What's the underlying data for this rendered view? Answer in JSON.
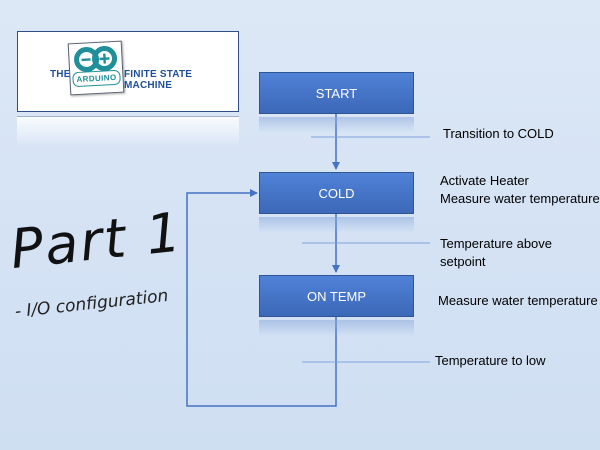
{
  "banner": {
    "prefix": "THE",
    "logo_word": "ARDUINO",
    "title": "FINITE STATE MACHINE"
  },
  "states": [
    {
      "label": "START"
    },
    {
      "label": "COLD"
    },
    {
      "label": "ON TEMP"
    }
  ],
  "transitions": [
    {
      "label": "Transition to COLD"
    },
    {
      "label": "Temperature above\nsetpoint"
    },
    {
      "label": "Temperature to low"
    }
  ],
  "actions": [
    {
      "label": "Activate Heater\nMeasure water temperature"
    },
    {
      "label": "Measure water temperature"
    }
  ],
  "part": {
    "title": "Part 1",
    "subtitle": "- I/O configuration"
  },
  "colors": {
    "state_fill": "#4472c4",
    "connector": "#4472c4",
    "background": "#d6e3f5",
    "logo": "#1f8f99"
  }
}
